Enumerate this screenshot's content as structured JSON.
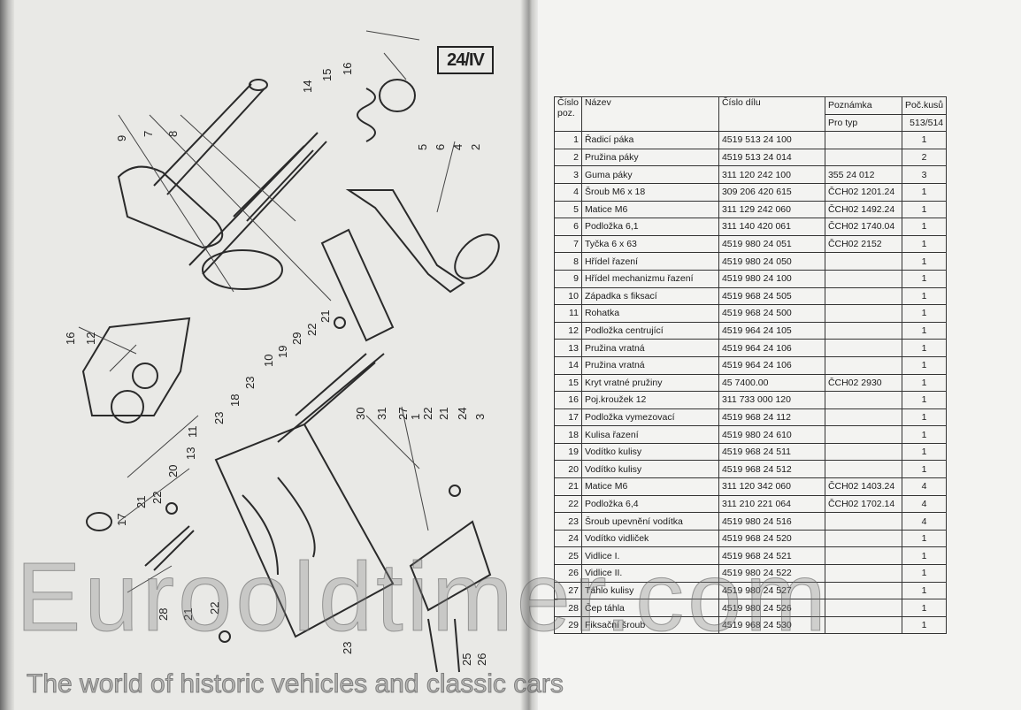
{
  "diagram": {
    "figure_label": "24/IV",
    "callouts": [
      "14",
      "15",
      "16",
      "9",
      "7",
      "8",
      "5",
      "6",
      "4",
      "2",
      "16",
      "12",
      "21",
      "22",
      "29",
      "19",
      "10",
      "23",
      "18",
      "23",
      "11",
      "13",
      "30",
      "31",
      "27",
      "1",
      "22",
      "21",
      "24",
      "3",
      "20",
      "22",
      "21",
      "17",
      "28",
      "21",
      "22",
      "23",
      "25",
      "26"
    ]
  },
  "table": {
    "headers": {
      "pos_line1": "Číslo",
      "pos_line2": "poz.",
      "name": "Název",
      "part": "Číslo dílu",
      "note": "Poznámka",
      "note_sub": "Pro typ",
      "qty": "Poč.kusů",
      "qty_sub": "513/514"
    },
    "rows": [
      {
        "pos": "1",
        "name": "Řadicí páka",
        "part": "4519 513 24 100",
        "note": "",
        "qty": "1"
      },
      {
        "pos": "2",
        "name": "Pružina páky",
        "part": "4519 513 24 014",
        "note": "",
        "qty": "2"
      },
      {
        "pos": "3",
        "name": "Guma páky",
        "part": "311 120 242 100",
        "note": "355 24 012",
        "qty": "3"
      },
      {
        "pos": "4",
        "name": "Šroub M6 x 18",
        "part": "309 206 420 615",
        "note": "ČCH02 1201.24",
        "qty": "1"
      },
      {
        "pos": "5",
        "name": "Matice M6",
        "part": "311 129 242 060",
        "note": "ČCH02 1492.24",
        "qty": "1"
      },
      {
        "pos": "6",
        "name": "Podložka 6,1",
        "part": "311 140 420 061",
        "note": "ČCH02 1740.04",
        "qty": "1"
      },
      {
        "pos": "7",
        "name": "Tyčka 6 x 63",
        "part": "4519 980 24 051",
        "note": "ČCH02 2152",
        "qty": "1"
      },
      {
        "pos": "8",
        "name": "Hřídel řazení",
        "part": "4519 980 24 050",
        "note": "",
        "qty": "1"
      },
      {
        "pos": "9",
        "name": "Hřídel mechanizmu řazení",
        "part": "4519 980 24 100",
        "note": "",
        "qty": "1"
      },
      {
        "pos": "10",
        "name": "Západka s fiksací",
        "part": "4519 968 24 505",
        "note": "",
        "qty": "1"
      },
      {
        "pos": "11",
        "name": "Rohatka",
        "part": "4519 968 24 500",
        "note": "",
        "qty": "1"
      },
      {
        "pos": "12",
        "name": "Podložka centrující",
        "part": "4519 964 24 105",
        "note": "",
        "qty": "1"
      },
      {
        "pos": "13",
        "name": "Pružina vratná",
        "part": "4519 964 24 106",
        "note": "",
        "qty": "1"
      },
      {
        "pos": "14",
        "name": "Pružina vratná",
        "part": "4519 964 24 106",
        "note": "",
        "qty": "1"
      },
      {
        "pos": "15",
        "name": "Kryt vratné pružiny",
        "part": "45 7400.00",
        "note": "ČCH02 2930",
        "qty": "1"
      },
      {
        "pos": "16",
        "name": "Poj.kroužek 12",
        "part": "311 733 000 120",
        "note": "",
        "qty": "1"
      },
      {
        "pos": "17",
        "name": "Podložka vymezovací",
        "part": "4519 968 24 112",
        "note": "",
        "qty": "1"
      },
      {
        "pos": "18",
        "name": "Kulisa řazení",
        "part": "4519 980 24 610",
        "note": "",
        "qty": "1"
      },
      {
        "pos": "19",
        "name": "Vodítko kulisy",
        "part": "4519 968 24 511",
        "note": "",
        "qty": "1"
      },
      {
        "pos": "20",
        "name": "Vodítko kulisy",
        "part": "4519 968 24 512",
        "note": "",
        "qty": "1"
      },
      {
        "pos": "21",
        "name": "Matice M6",
        "part": "311 120 342 060",
        "note": "ČCH02 1403.24",
        "qty": "4"
      },
      {
        "pos": "22",
        "name": "Podložka 6,4",
        "part": "311 210 221 064",
        "note": "ČCH02 1702.14",
        "qty": "4"
      },
      {
        "pos": "23",
        "name": "Šroub upevnění vodítka",
        "part": "4519 980 24 516",
        "note": "",
        "qty": "4"
      },
      {
        "pos": "24",
        "name": "Vodítko vidliček",
        "part": "4519 968 24 520",
        "note": "",
        "qty": "1"
      },
      {
        "pos": "25",
        "name": "Vidlice I.",
        "part": "4519 968 24 521",
        "note": "",
        "qty": "1"
      },
      {
        "pos": "26",
        "name": "Vidlice II.",
        "part": "4519 980 24 522",
        "note": "",
        "qty": "1"
      },
      {
        "pos": "27",
        "name": "Táhlo kulisy",
        "part": "4519 980 24 527",
        "note": "",
        "qty": "1"
      },
      {
        "pos": "28",
        "name": "Čep táhla",
        "part": "4519 980 24 526",
        "note": "",
        "qty": "1"
      },
      {
        "pos": "29",
        "name": "Fiksační šroub",
        "part": "4519 968 24 530",
        "note": "",
        "qty": "1"
      }
    ]
  },
  "watermark": {
    "brand": "Eurooldtimer.com",
    "tagline": "The world of historic vehicles and classic cars"
  }
}
